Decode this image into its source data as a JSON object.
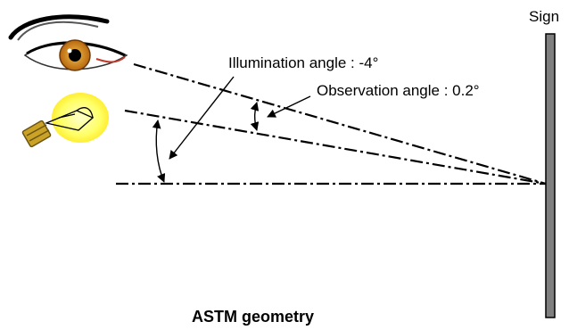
{
  "diagram": {
    "sign_label": "Sign",
    "illumination_label": "Illumination angle : -4°",
    "observation_label": "Observation angle : 0.2°",
    "caption": "ASTM geometry"
  },
  "icons": {
    "observer": "eye-icon",
    "light_source": "light-bulb-icon",
    "target": "sign-panel"
  },
  "colors": {
    "sign_fill": "#7f7f7f",
    "bulb_glow": "#ffff66",
    "iris": "#d98a1a"
  }
}
